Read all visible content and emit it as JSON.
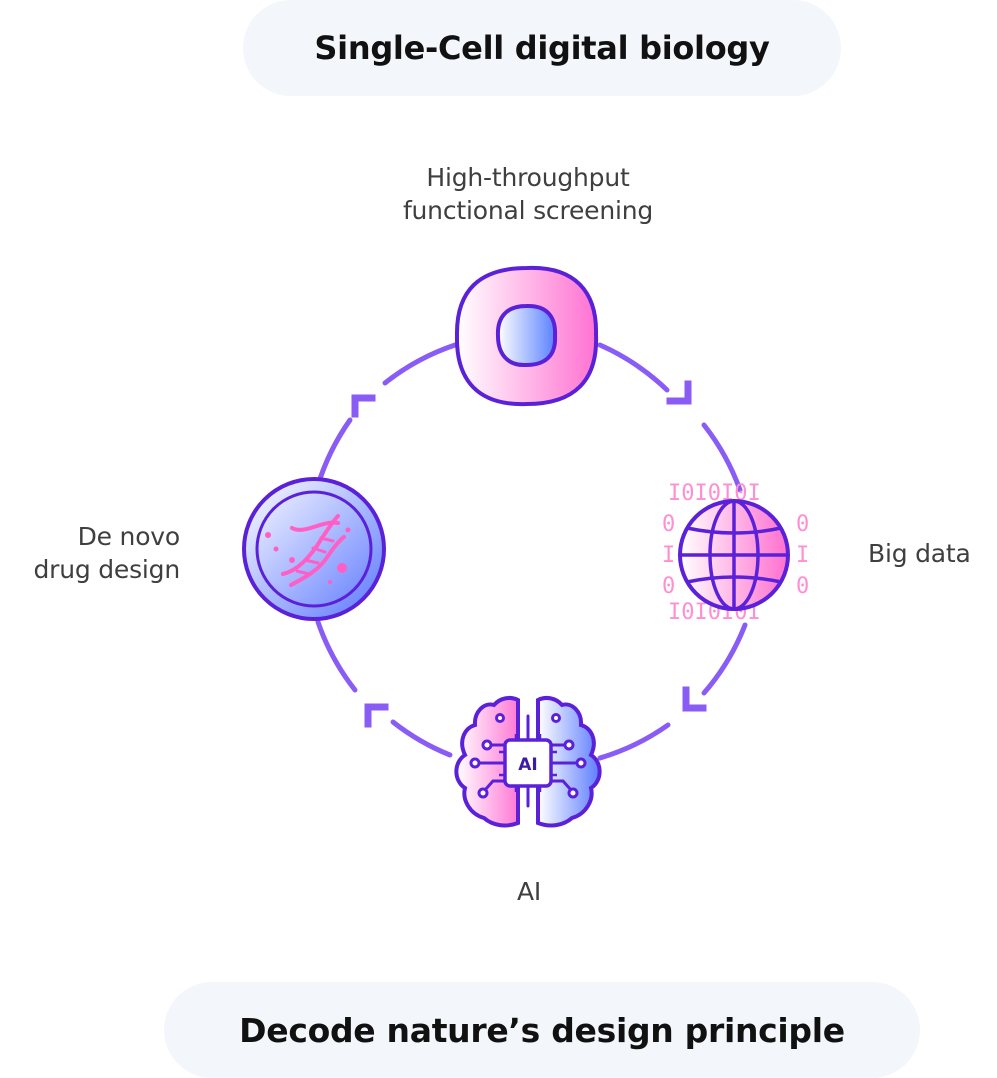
{
  "header": {
    "title": "Single-Cell digital biology"
  },
  "footer": {
    "title": "Decode nature’s design principle"
  },
  "cycle": {
    "nodes": {
      "top": {
        "label_line1": "High-throughput",
        "label_line2": "functional screening",
        "icon": "cell-icon"
      },
      "right": {
        "label": "Big data",
        "icon": "globe-binary-icon"
      },
      "bottom": {
        "label": "AI",
        "icon": "ai-brain-icon",
        "chip_text": "AI"
      },
      "left": {
        "label_line1": "De novo",
        "label_line2": "drug design",
        "icon": "dna-cell-icon"
      }
    },
    "direction": "clockwise",
    "colors": {
      "ring": "#8a5cf6",
      "outline": "#5b21d9",
      "pink": "#ff6fcf",
      "blue": "#5b7cff",
      "pill_bg": "#f3f6fb"
    }
  }
}
